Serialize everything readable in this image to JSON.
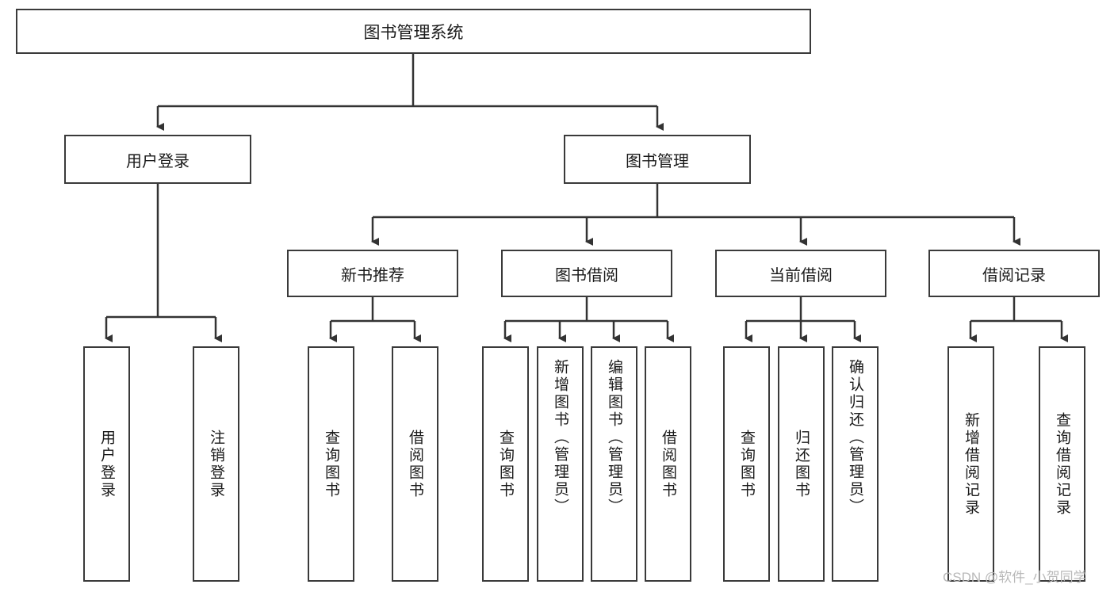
{
  "diagram": {
    "type": "tree-hierarchy",
    "title": "图书管理系统",
    "root": {
      "label": "图书管理系统"
    },
    "level2": [
      {
        "label": "用户登录"
      },
      {
        "label": "图书管理"
      }
    ],
    "level3": [
      {
        "label": "新书推荐"
      },
      {
        "label": "图书借阅"
      },
      {
        "label": "当前借阅"
      },
      {
        "label": "借阅记录"
      }
    ],
    "leaves": [
      {
        "label": "用户登录"
      },
      {
        "label": "注销登录"
      },
      {
        "label": "查询图书"
      },
      {
        "label": "借阅图书"
      },
      {
        "label": "查询图书"
      },
      {
        "label": "新增图书（管理员）"
      },
      {
        "label": "编辑图书（管理员）"
      },
      {
        "label": "借阅图书"
      },
      {
        "label": "查询图书"
      },
      {
        "label": "归还图书"
      },
      {
        "label": "确认归还（管理员）"
      },
      {
        "label": "新增借阅记录"
      },
      {
        "label": "查询借阅记录"
      }
    ]
  },
  "watermark": {
    "text": "CSDN @软件_小贺同学"
  },
  "colors": {
    "border": "#3a3a3a",
    "text": "#1a1a1a",
    "background": "#ffffff",
    "watermark": "#b9b9b9"
  }
}
